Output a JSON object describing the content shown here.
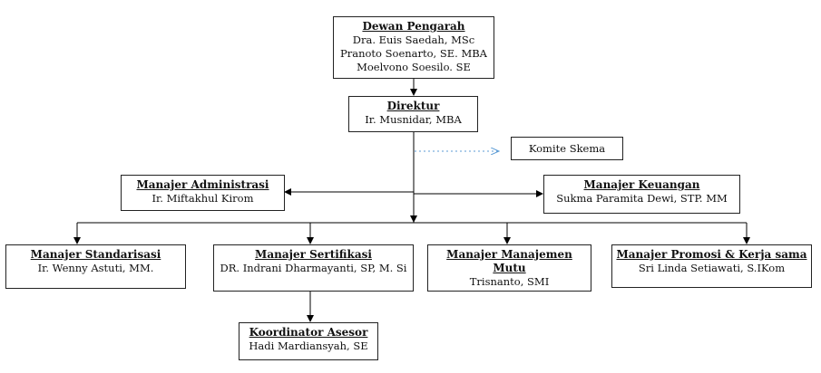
{
  "dewan_pengarah": {
    "title": "Dewan Pengarah",
    "members": [
      "Dra. Euis Saedah, MSc",
      "Pranoto Soenarto, SE. MBA",
      "Moelvono Soesilo. SE"
    ]
  },
  "direktur": {
    "title": "Direktur",
    "name": "Ir. Musnidar, MBA"
  },
  "komite_skema": {
    "label": "Komite Skema"
  },
  "manajer_administrasi": {
    "title": "Manajer Administrasi",
    "name": "Ir. Miftakhul Kirom"
  },
  "manajer_keuangan": {
    "title": "Manajer Keuangan",
    "name": "Sukma Paramita Dewi, STP. MM"
  },
  "manajer_standarisasi": {
    "title": "Manajer Standarisasi",
    "name": "Ir. Wenny Astuti, MM."
  },
  "manajer_sertifikasi": {
    "title": "Manajer Sertifikasi",
    "name": "DR. Indrani Dharmayanti, SP, M. Si"
  },
  "manajer_manajemen_mutu": {
    "title": "Manajer Manajemen Mutu",
    "name": "Trisnanto, SMI"
  },
  "manajer_promosi": {
    "title": "Manajer Promosi & Kerja sama",
    "name": "Sri Linda Setiawati, S.IKom"
  },
  "koordinator_asesor": {
    "title": "Koordinator Asesor",
    "name": "Hadi Mardiansyah, SE"
  },
  "colors": {
    "line": "#000000",
    "dotted": "#5b9bd5",
    "border": "#222222"
  }
}
